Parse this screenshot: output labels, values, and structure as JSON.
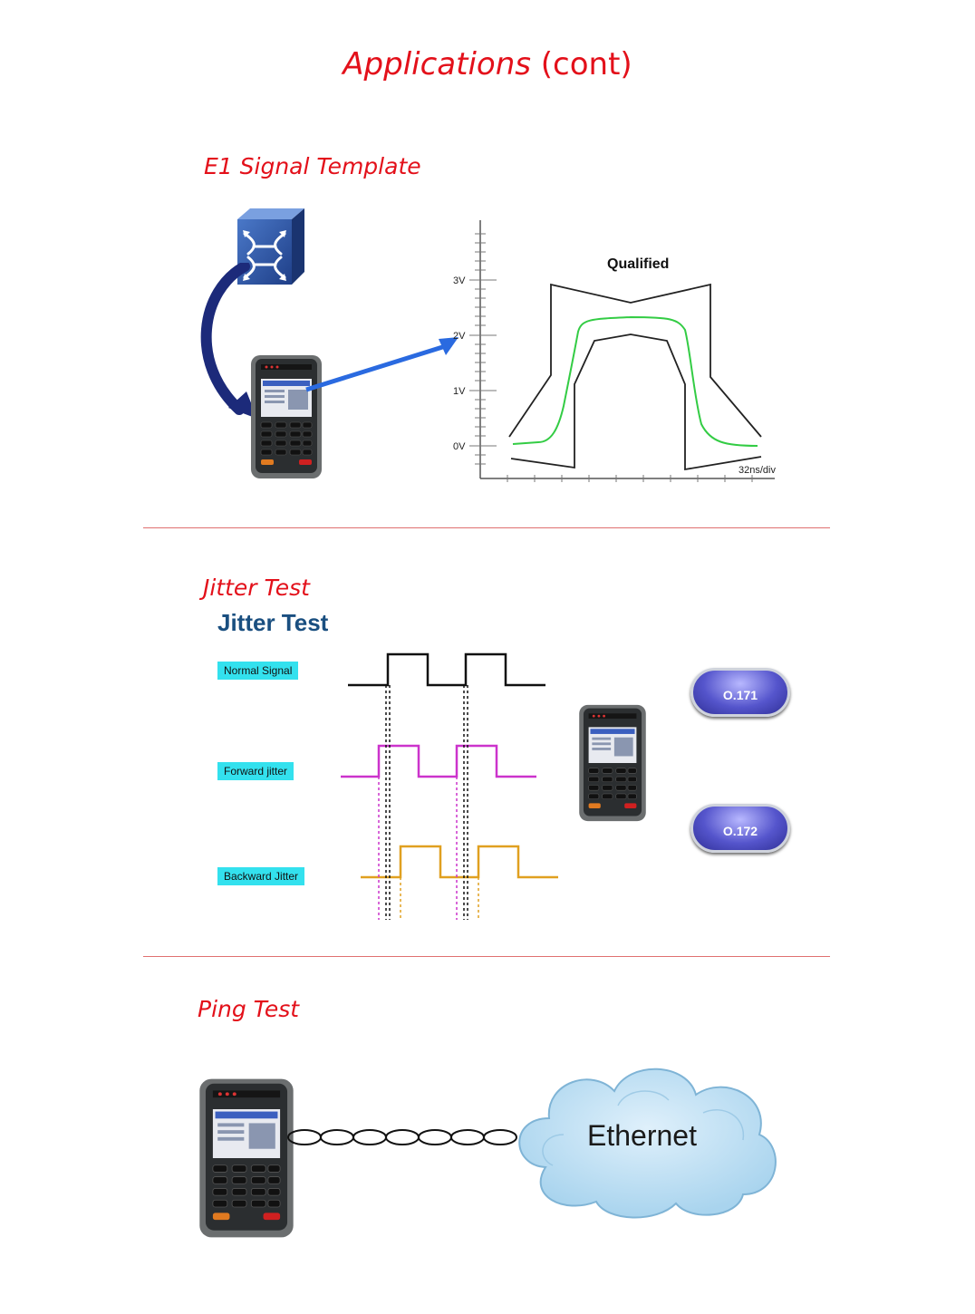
{
  "page": {
    "title_italic": "Applications",
    "title_rest": " (cont)"
  },
  "sections": {
    "e1": {
      "title": "E1 Signal Template"
    },
    "jitter": {
      "title": "Jitter Test"
    },
    "ping": {
      "title": "Ping Test"
    }
  },
  "e1_chart": {
    "status_label": "Qualified",
    "y_ticks": [
      "3V",
      "2V",
      "1V",
      "0V"
    ],
    "x_scale_label": "32ns/div"
  },
  "jitter_diagram": {
    "heading": "Jitter Test",
    "signals": [
      "Normal Signal",
      "Forward jitter",
      "Backward Jitter"
    ],
    "standards": [
      "O.171",
      "O.172"
    ],
    "colors": {
      "normal": "#111111",
      "forward": "#cc33cc",
      "backward": "#e0a020"
    }
  },
  "ping_diagram": {
    "network_label": "Ethernet"
  },
  "colors": {
    "accent_red": "#e3101a",
    "label_cyan": "#33e1ee",
    "arrow_blue": "#2a6ae0",
    "trace_green": "#33cc44"
  }
}
